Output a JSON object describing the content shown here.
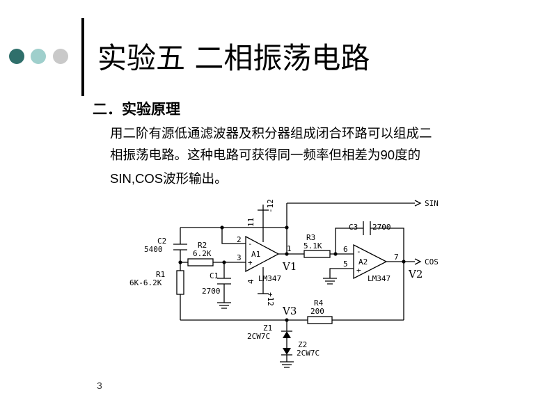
{
  "colors": {
    "dot_dark": "#2f6f6b",
    "dot_mid": "#9fcfcc",
    "dot_light": "#c9c9c9",
    "bar": "#000000"
  },
  "slide": {
    "title": "实验五 二相振荡电路",
    "heading": "二．实验原理",
    "paragraph_lines": [
      "用二阶有源低通滤波器及积分器组成闭合环路可以组成二",
      "相振荡电路。这种电路可获得同一频率但相差为90度的",
      "SIN,COS波形输出。"
    ],
    "page_number": "3"
  },
  "circuit": {
    "c2_name": "C2",
    "c2_value": "5400",
    "r2_name": "R2",
    "r2_value": "6.2K",
    "r1_name": "R1",
    "r1_value": "6K-6.2K",
    "c1_name": "C1",
    "c1_value": "2700",
    "pin_11": "11",
    "pin_2": "2",
    "pin_3": "3",
    "pin_4": "4",
    "pin_1": "1",
    "supply_neg": "-12",
    "supply_pos": "+12",
    "a1": "A1",
    "lm347_1": "LM347",
    "v1": "V1",
    "r3_name": "R3",
    "r3_value": "5.1K",
    "c3_name": "C3",
    "c3_value": "2700",
    "pin_6": "6",
    "pin_5": "5",
    "pin_7": "7",
    "a2": "A2",
    "lm347_2": "LM347",
    "v2": "V2",
    "sin": "SIN",
    "cos": "COS",
    "v3": "V3",
    "r4_name": "R4",
    "r4_value": "200",
    "z1_name": "Z1",
    "z1_value": "2CW7C",
    "z2_name": "Z2",
    "z2_value": "2CW7C",
    "minus": "-",
    "plus": "+"
  }
}
